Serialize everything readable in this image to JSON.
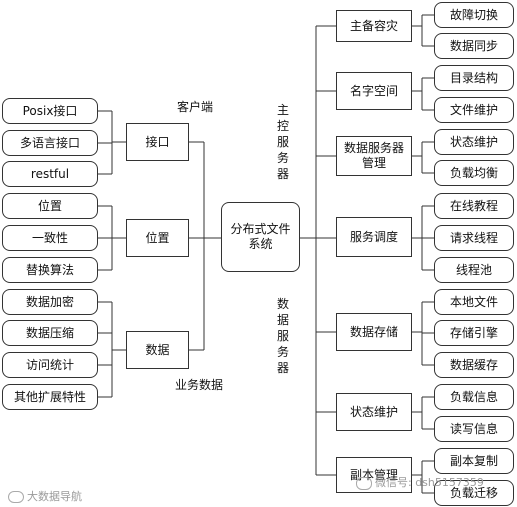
{
  "center": "分布式文件系统",
  "client_label": "客户端",
  "business_label": "业务数据",
  "master_label": "主控服务器",
  "data_server_label": "数据服务器",
  "left_groups": [
    {
      "name": "接口",
      "items": [
        "Posix接口",
        "多语言接口",
        "restful"
      ]
    },
    {
      "name": "位置",
      "items": [
        "位置",
        "一致性",
        "替换算法"
      ]
    },
    {
      "name": "数据",
      "items": [
        "数据加密",
        "数据压缩",
        "访问统计",
        "其他扩展特性"
      ]
    }
  ],
  "right_groups": [
    {
      "name": "主备容灾",
      "items": [
        "故障切换",
        "数据同步"
      ]
    },
    {
      "name": "名字空间",
      "items": [
        "目录结构",
        "文件维护"
      ]
    },
    {
      "name": "数据服务器管理",
      "items": [
        "状态维护",
        "负载均衡"
      ]
    },
    {
      "name": "服务调度",
      "items": [
        "在线教程",
        "请求线程",
        "线程池"
      ]
    },
    {
      "name": "数据存储",
      "items": [
        "本地文件",
        "存储引擎",
        "数据缓存"
      ]
    },
    {
      "name": "状态维护",
      "items": [
        "负载信息",
        "读写信息"
      ]
    },
    {
      "name": "副本管理",
      "items": [
        "副本复制",
        "负载迁移"
      ]
    }
  ],
  "watermark_left": "大数据导航",
  "watermark_right": "微信号: dsh5157359"
}
